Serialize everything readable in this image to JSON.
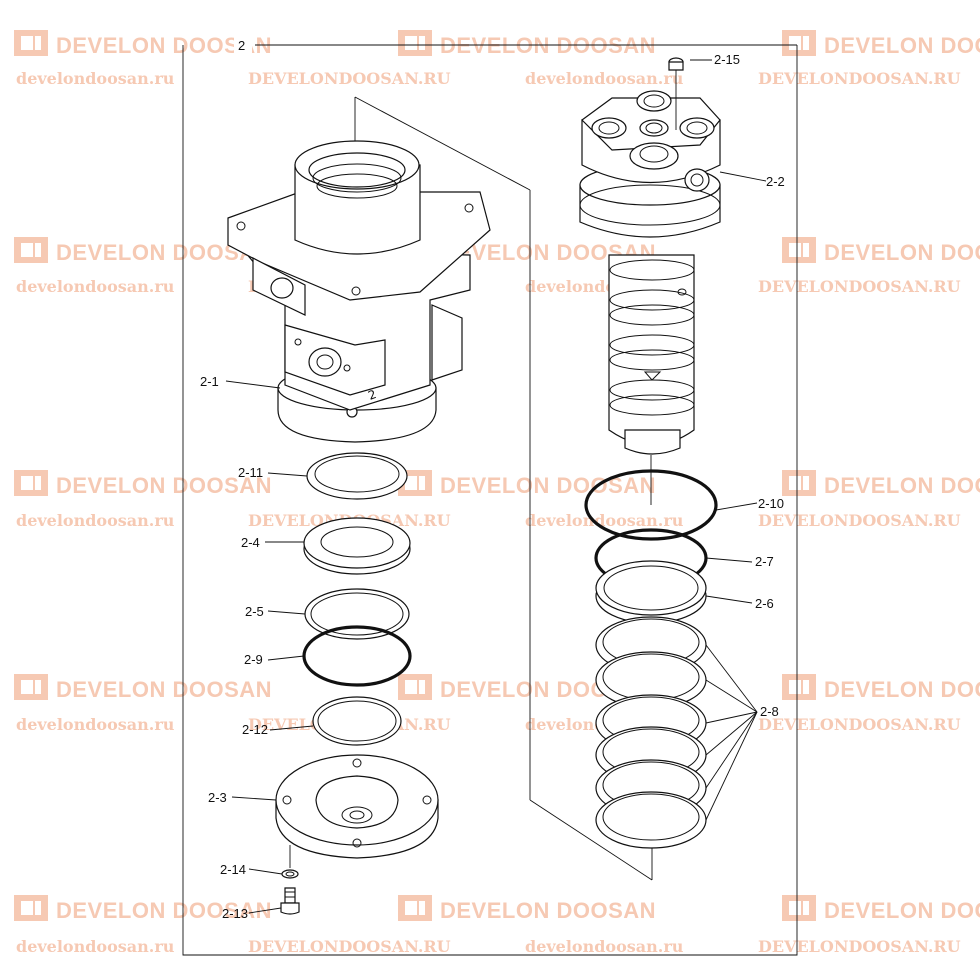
{
  "watermark": {
    "brand": "DEVELON DOOSAN",
    "url_lower": "develondoosan.ru",
    "url_upper": "DEVELONDOOSAN.RU",
    "color": "#f6c9b3"
  },
  "callouts": {
    "assembly": "2",
    "body": "2-1",
    "spindle": "2-2",
    "cover": "2-3",
    "seal_4": "2-4",
    "seal_5": "2-5",
    "ring_6": "2-6",
    "oring_7": "2-7",
    "seal_set_8": "2-8",
    "oring_9": "2-9",
    "oring_10": "2-10",
    "seal_11": "2-11",
    "oring_12": "2-12",
    "bolt_13": "2-13",
    "washer_14": "2-14",
    "plug_15": "2-15"
  }
}
